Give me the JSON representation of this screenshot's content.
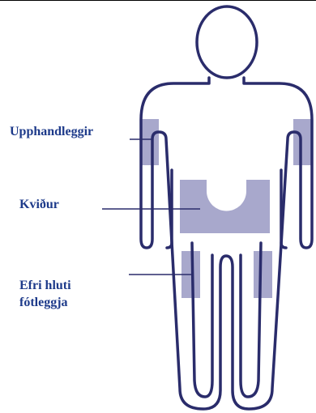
{
  "labels": {
    "upper_arms": "Upphandleggir",
    "abdomen": "Kviður",
    "thighs_line1": "Efri hluti",
    "thighs_line2": "fótleggja"
  },
  "colors": {
    "outline": "#2a2c6b",
    "injection_area": "#a8a8cc",
    "label_text": "#1d3a8a",
    "pointer_line": "#2a2c6b"
  }
}
